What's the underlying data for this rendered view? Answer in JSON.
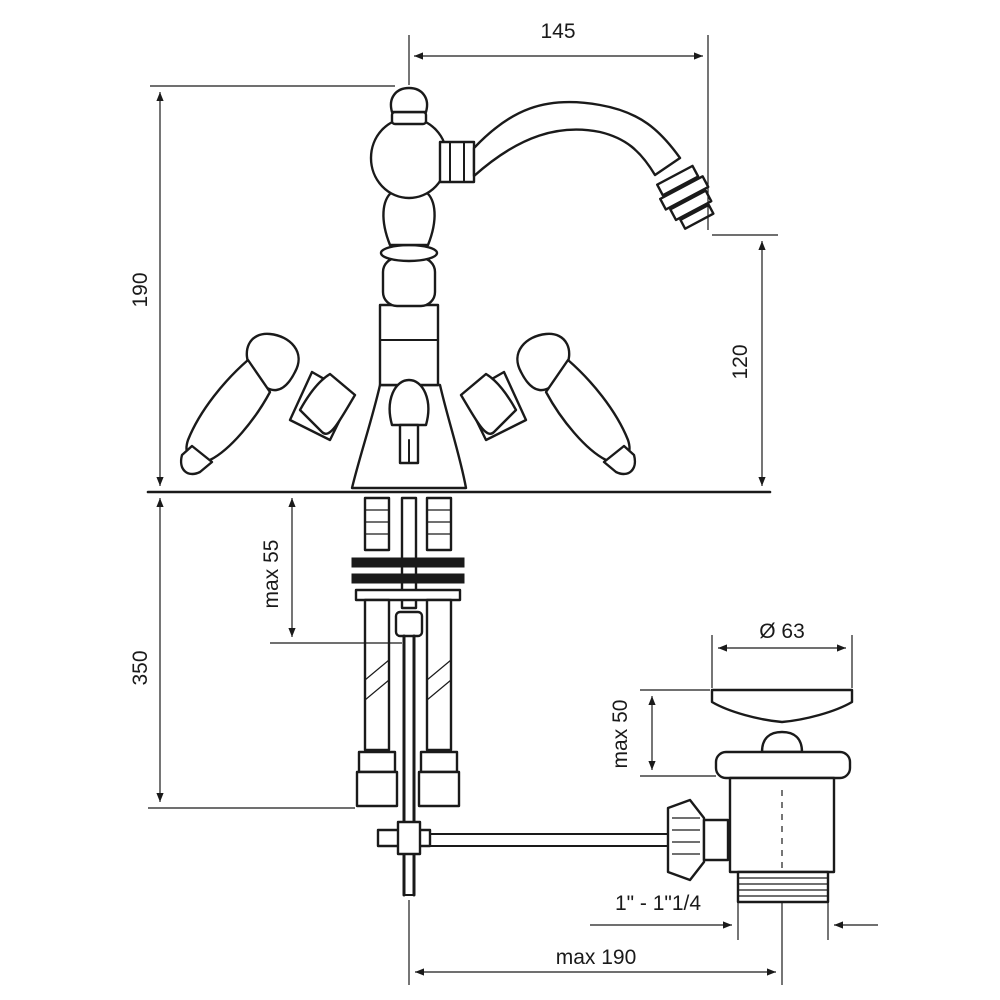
{
  "dimensions": {
    "spout_reach": "145",
    "total_height": "190",
    "spout_height": "120",
    "max_deck_thickness": "max 55",
    "hose_length": "350",
    "waste_diameter": "Ø 63",
    "max_waste_height": "max 50",
    "waste_thread": "1\" - 1\"1/4",
    "max_rod_distance": "max 190"
  },
  "colors": {
    "line": "#1a1a1a",
    "background": "#ffffff"
  }
}
